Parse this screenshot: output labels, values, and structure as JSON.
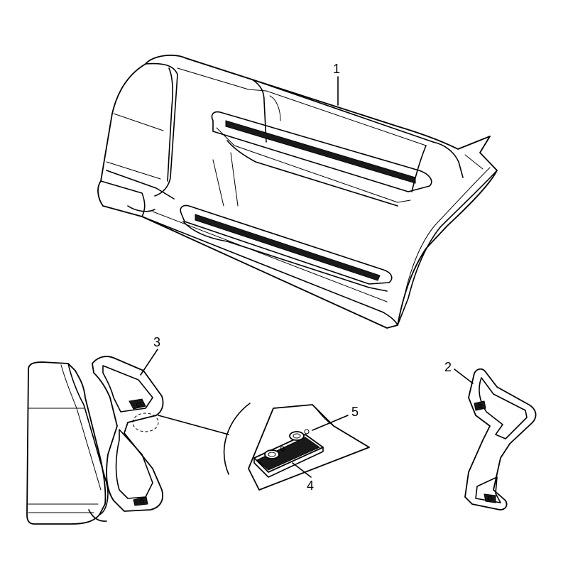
{
  "callouts": [
    {
      "label": "1",
      "part": "fender-shell"
    },
    {
      "label": "2",
      "part": "mounting-bracket-right"
    },
    {
      "label": "3",
      "part": "mounting-bracket-left"
    },
    {
      "label": "4",
      "part": "mounting-plate"
    },
    {
      "label": "5",
      "part": "nut"
    }
  ]
}
